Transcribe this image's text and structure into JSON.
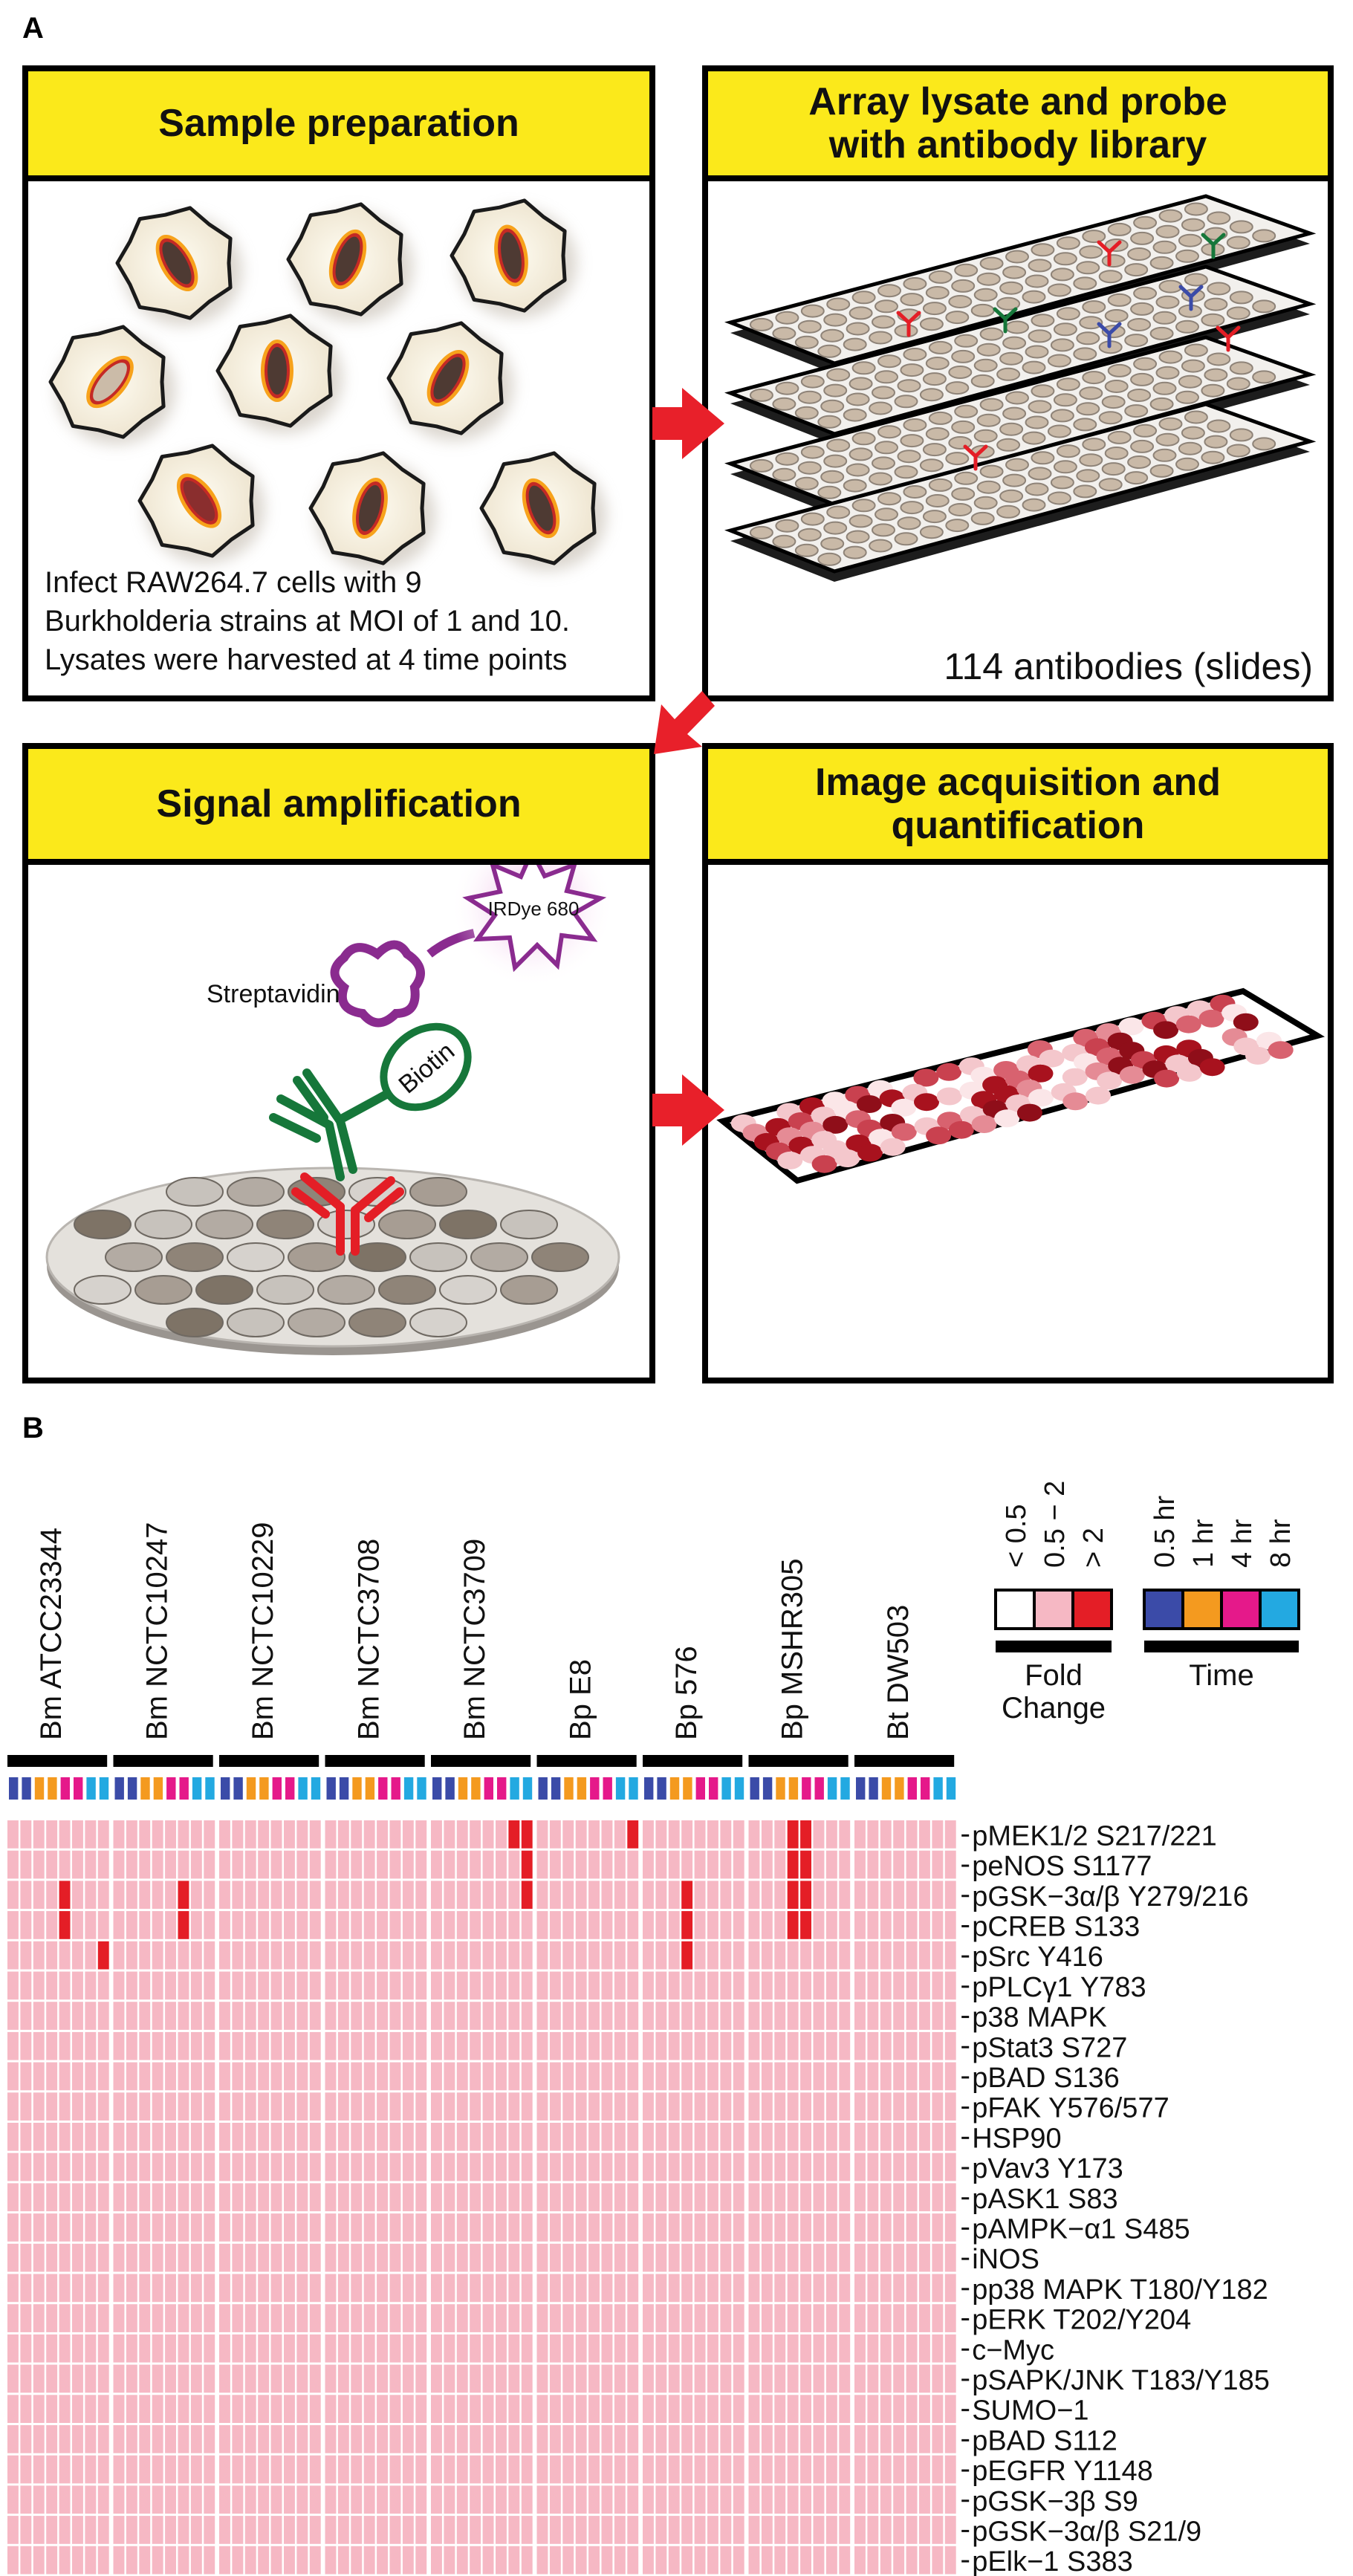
{
  "panel_a": {
    "label": "A",
    "sample_prep": {
      "title": "Sample preparation",
      "caption_lines": [
        "Infect RAW264.7 cells with 9",
        "Burkholderia strains at MOI of 1 and 10.",
        "Lysates were harvested at 4 time points"
      ]
    },
    "array_probe": {
      "title_lines": [
        "Array lysate and probe",
        "with antibody library"
      ],
      "caption": "114 antibodies (slides)"
    },
    "signal_amp": {
      "title": "Signal amplification",
      "streptavidin": "Streptavidin",
      "biotin": "Biotin",
      "dye": "IRDye 680"
    },
    "image_acq": {
      "title_lines": [
        "Image acquisition and",
        "quantification"
      ]
    },
    "colors": {
      "title_bg": "#fbe91b",
      "arrow": "#e8202a"
    }
  },
  "panel_b": {
    "label": "B",
    "chart_data": {
      "type": "heatmap",
      "strains": [
        "Bm ATCC23344",
        "Bm NCTC10247",
        "Bm NCTC10229",
        "Bm NCTC3708",
        "Bm NCTC3709",
        "Bp  E8",
        "Bp  576",
        "Bp  MSHR305",
        "Bt DW503"
      ],
      "time_colors_per_strain": [
        "#3b4ba8",
        "#3b4ba8",
        "#f49a1f",
        "#f49a1f",
        "#e5198a",
        "#e5198a",
        "#23a9e1",
        "#23a9e1"
      ],
      "rows": [
        "pMEK1/2 S217/221",
        "peNOS S1177",
        "pGSK−3α/β Y279/216",
        "pCREB S133",
        "pSrc Y416",
        "pPLCγ1 Y783",
        "p38 MAPK",
        "pStat3 S727",
        "pBAD S136",
        "pFAK Y576/577",
        "HSP90",
        "pVav3 Y173",
        "pASK1 S83",
        "pAMPK−α1 S485",
        "iNOS",
        "pp38 MAPK T180/Y182",
        "pERK T202/Y204",
        "c−Myc",
        "pSAPK/JNK T183/Y185",
        "SUMO−1",
        "pBAD S112",
        "pEGFR Y1148",
        "pGSK−3β S9",
        "pGSK−3α/β S21/9",
        "pElk−1 S383"
      ],
      "legend_fold": {
        "title_lines": [
          "Fold",
          "Change"
        ],
        "categories": [
          "< 0.5",
          "0.5 − 2",
          "> 2"
        ],
        "colors": [
          "#ffffff",
          "#f6b8c4",
          "#e41e26"
        ]
      },
      "legend_time": {
        "title": "Time",
        "categories": [
          "0.5 hr",
          "1 hr",
          "4 hr",
          "8 hr"
        ],
        "colors": [
          "#3b4ba8",
          "#f49a1f",
          "#e5198a",
          "#23a9e1"
        ]
      },
      "values": [
        "0000000000000000000000000000000000000011000000010000000000011000000000000000000",
        "0000000000000000000000000000000000000001000000000000000000011000000000000000000",
        "0000100000000100000000000000000000000001000000000001000000011000000000000000000",
        "0000100000000100000000000000000000000000000000000001000000011000000000000000000",
        "0000000100000000000000000000000000000000000000000001000000000000000000000000000",
        "0000000000000000000000000000000000000000000000000000000000000000000000000000000",
        "0000000000000000000000000000000000000000000000000000000000000000000000000000000",
        "0000000000000000000000000000000000000000000000000000000000000000000000000000000",
        "0000000000000000000000000000000000000000000000000000000000000000000000000000000",
        "0000000000000000000000000000000000000000000000000000000000000000000000000000000",
        "0000000000000000000000000000000000000000000000000000000000000000000000000000000",
        "0000000000000000000000000000000000000000000000000000000000000000000000000000000",
        "0000000000000000000000000000000000000000000000000000000000000000000000000000000",
        "0000000000000000000000000000000000000000000000000000000000000000000000000000000",
        "0000000000000000000000000000000000000000000000000000000000000000000000000000000",
        "0000000000000000000000000000000000000000000000000000000000000000000000000000000",
        "0000000000000000000000000000000000000000000000000000000000000000000000000000000",
        "0000000000000000000000000000000000000000000000000000000000000000000000000000000",
        "0000000000000000000000000000000000000000000000000000000000000000000000000000000",
        "0000000000000000000000000000000000000000000000000000000000000000000000000000000",
        "0000000000000000000000000000000000000000000000000000000000000000000000000000000",
        "0000000000000000000000000000000000000000000000000000000000000000000000000000000",
        "0000000000000000000000000000000000000000000000000000000000000000000000000000000",
        "0000000000000000000000000000000000000000000000000000000000000000000000000000000",
        "0000000000000000000000000000000000000000000000000000000000000000000000000000000"
      ]
    }
  }
}
